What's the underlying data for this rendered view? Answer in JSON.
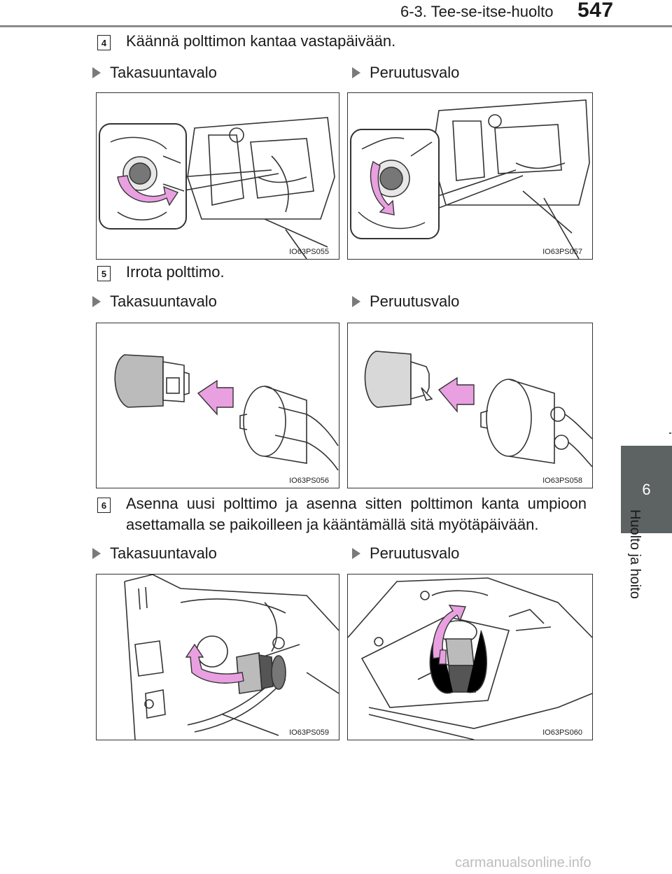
{
  "header": {
    "section_title": "6-3. Tee-se-itse-huolto",
    "page_number": "547"
  },
  "side_tab": {
    "chapter_number": "6",
    "chapter_title": "Huolto ja hoito"
  },
  "steps": [
    {
      "number": "4",
      "text": "Käännä polttimon kantaa vastapäivään."
    },
    {
      "number": "5",
      "text": "Irrota polttimo."
    },
    {
      "number": "6",
      "text": "Asenna uusi polttimo ja asenna sitten polttimon kanta umpioon asettamalla se paikoilleen ja kääntämällä sitä myötäpäivään."
    }
  ],
  "figure_rows": [
    {
      "left_label": "Takasuuntavalo",
      "right_label": "Peruutusvalo",
      "left_code": "IO63PS055",
      "right_code": "IO63PS057"
    },
    {
      "left_label": "Takasuuntavalo",
      "right_label": "Peruutusvalo",
      "left_code": "IO63PS056",
      "right_code": "IO63PS058"
    },
    {
      "left_label": "Takasuuntavalo",
      "right_label": "Peruutusvalo",
      "left_code": "IO63PS059",
      "right_code": "IO63PS060"
    }
  ],
  "footer": {
    "watermark": "carmanualsonline.info"
  },
  "colors": {
    "arrow_fill": "#e8a0e0",
    "tab_bg": "#5d6263",
    "rule": "#8a8a8a"
  }
}
